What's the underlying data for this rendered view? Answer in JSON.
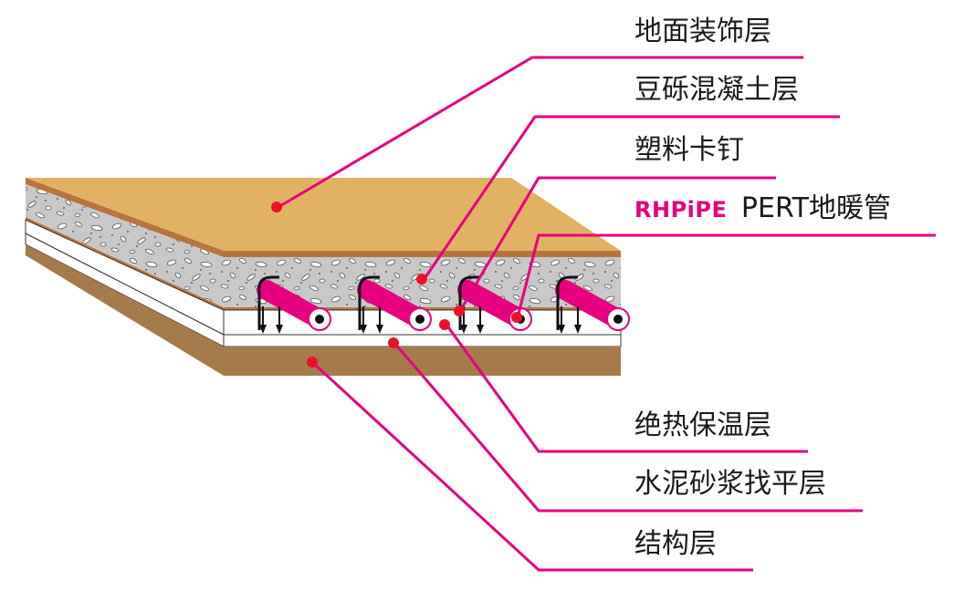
{
  "colors": {
    "leader": "#e6007e",
    "dot": "#e8132b",
    "floor": "#e1b264",
    "floor_edge": "#b7743f",
    "concrete": "#c8c8c8",
    "insulation": "#ffffff",
    "structure": "#a57b4c",
    "pipe": "#e6007e",
    "outline": "#333333"
  },
  "labels": {
    "floor_finish": "地面装饰层",
    "pebble_concrete": "豆砾混凝土层",
    "plastic_clip": "塑料卡钉",
    "pipe_brand": "RHPiPE",
    "pipe_name": "PERT地暖管",
    "insulation": "绝热保温层",
    "cement_leveling": "水泥砂浆找平层",
    "structure": "结构层"
  },
  "icons": {
    "pipe": "pipe-icon",
    "clip": "clip-icon",
    "heat_arrow": "arrow-down-icon"
  }
}
